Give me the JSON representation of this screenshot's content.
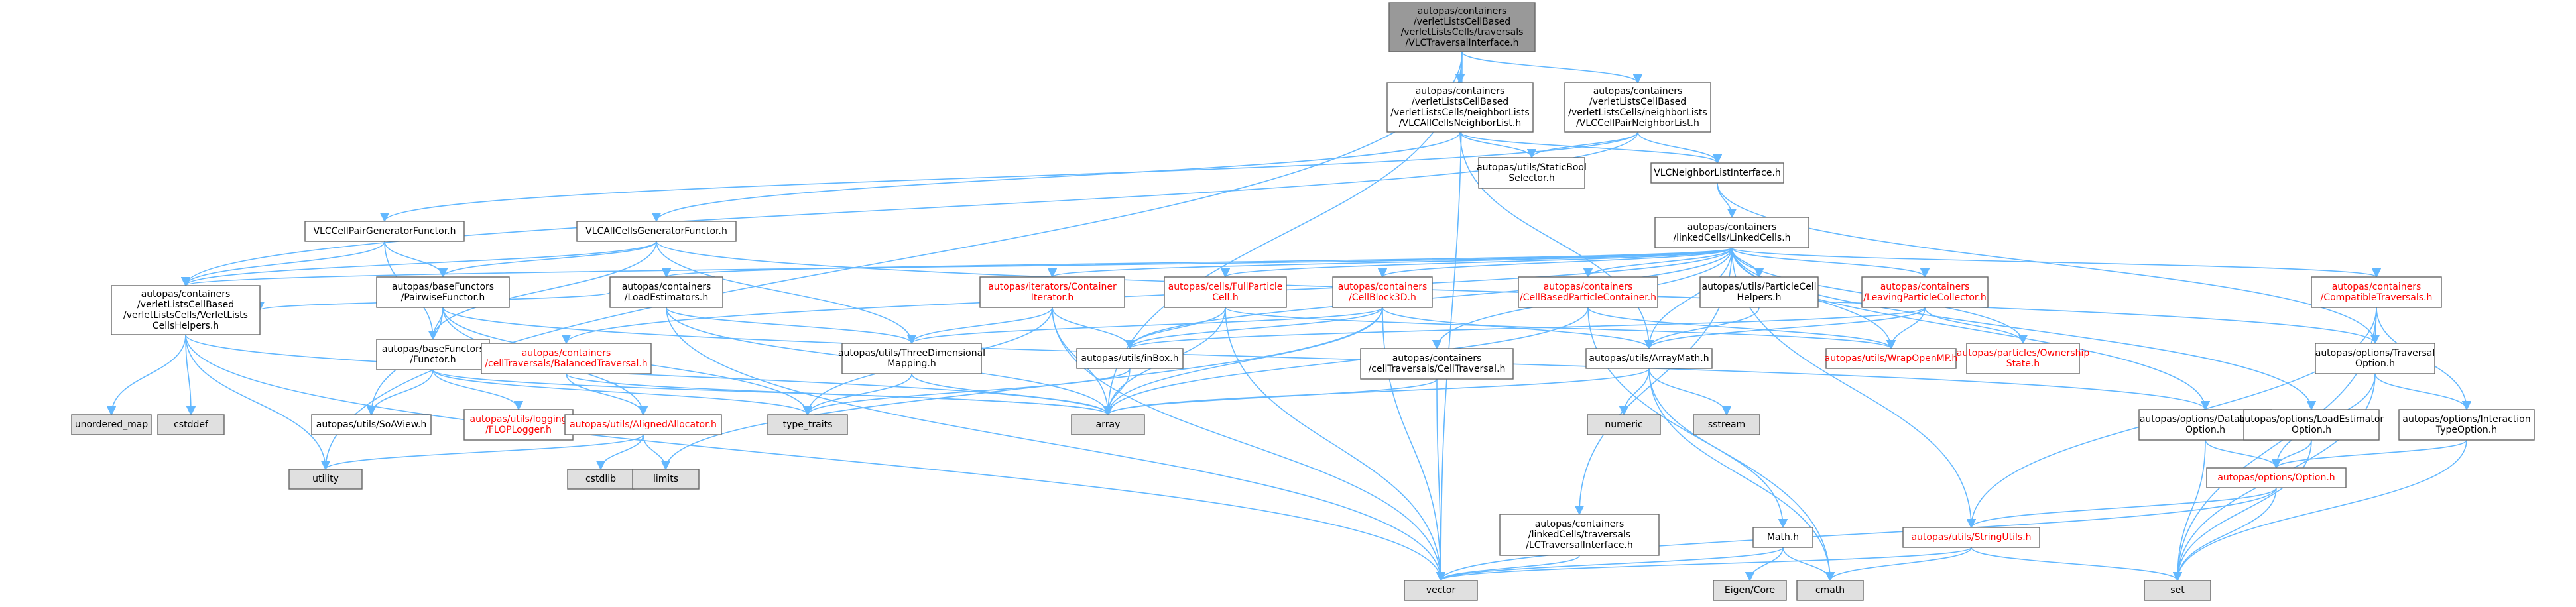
{
  "colors": {
    "edge": "#63b8ff",
    "node_fill": "#ffffff",
    "node_fill_root": "#999999",
    "node_fill_system": "#e0e0e0",
    "text_normal": "#000000",
    "text_red": "#ff0000",
    "border": "#666666"
  },
  "nodes": [
    {
      "id": "root",
      "lines": [
        "autopas/containers",
        "/verletListsCellBased",
        "/verletListsCells/traversals",
        "/VLCTraversalInterface.h"
      ],
      "style": "root"
    },
    {
      "id": "allCellsNL",
      "lines": [
        "autopas/containers",
        "/verletListsCellBased",
        "/verletListsCells/neighborLists",
        "/VLCAllCellsNeighborList.h"
      ],
      "style": "normal"
    },
    {
      "id": "cellPairNL",
      "lines": [
        "autopas/containers",
        "/verletListsCellBased",
        "/verletListsCells/neighborLists",
        "/VLCCellPairNeighborList.h"
      ],
      "style": "normal"
    },
    {
      "id": "staticBool",
      "lines": [
        "autopas/utils/StaticBool",
        "Selector.h"
      ],
      "style": "normal"
    },
    {
      "id": "vlcNLInterface",
      "lines": [
        "VLCNeighborListInterface.h"
      ],
      "style": "normal"
    },
    {
      "id": "cellPairGenFunctor",
      "lines": [
        "VLCCellPairGeneratorFunctor.h"
      ],
      "style": "normal"
    },
    {
      "id": "allCellsGenFunctor",
      "lines": [
        "VLCAllCellsGeneratorFunctor.h"
      ],
      "style": "normal"
    },
    {
      "id": "linkedCells",
      "lines": [
        "autopas/containers",
        "/linkedCells/LinkedCells.h"
      ],
      "style": "normal"
    },
    {
      "id": "pairwiseFunctor",
      "lines": [
        "autopas/baseFunctors",
        "/PairwiseFunctor.h"
      ],
      "style": "normal"
    },
    {
      "id": "vlcHelpers",
      "lines": [
        "autopas/containers",
        "/verletListsCellBased",
        "/verletListsCells/VerletLists",
        "CellsHelpers.h"
      ],
      "style": "normal"
    },
    {
      "id": "loadEstimators",
      "lines": [
        "autopas/containers",
        "/LoadEstimators.h"
      ],
      "style": "normal"
    },
    {
      "id": "containerIterator",
      "lines": [
        "autopas/iterators/Container",
        "Iterator.h"
      ],
      "style": "red"
    },
    {
      "id": "fullParticleCell",
      "lines": [
        "autopas/cells/FullParticle",
        "Cell.h"
      ],
      "style": "red"
    },
    {
      "id": "cellBlock3D",
      "lines": [
        "autopas/containers",
        "/CellBlock3D.h"
      ],
      "style": "red"
    },
    {
      "id": "cellBasedParticleContainer",
      "lines": [
        "autopas/containers",
        "/CellBasedParticleContainer.h"
      ],
      "style": "red"
    },
    {
      "id": "particleCellHelpers",
      "lines": [
        "autopas/utils/ParticleCell",
        "Helpers.h"
      ],
      "style": "normal"
    },
    {
      "id": "leavingParticleCollector",
      "lines": [
        "autopas/containers",
        "/LeavingParticleCollector.h"
      ],
      "style": "red"
    },
    {
      "id": "compatibleTraversals",
      "lines": [
        "autopas/containers",
        "/CompatibleTraversals.h"
      ],
      "style": "red"
    },
    {
      "id": "functor",
      "lines": [
        "autopas/baseFunctors",
        "/Functor.h"
      ],
      "style": "normal"
    },
    {
      "id": "balancedTraversal",
      "lines": [
        "autopas/containers",
        "/cellTraversals/BalancedTraversal.h"
      ],
      "style": "red"
    },
    {
      "id": "threeDimMapping",
      "lines": [
        "autopas/utils/ThreeDimensional",
        "Mapping.h"
      ],
      "style": "normal"
    },
    {
      "id": "inBox",
      "lines": [
        "autopas/utils/inBox.h"
      ],
      "style": "normal"
    },
    {
      "id": "cellTraversal",
      "lines": [
        "autopas/containers",
        "/cellTraversals/CellTraversal.h"
      ],
      "style": "normal"
    },
    {
      "id": "arrayMath",
      "lines": [
        "autopas/utils/ArrayMath.h"
      ],
      "style": "normal"
    },
    {
      "id": "wrapOpenMP",
      "lines": [
        "autopas/utils/WrapOpenMP.h"
      ],
      "style": "red"
    },
    {
      "id": "ownershipState",
      "lines": [
        "autopas/particles/Ownership",
        "State.h"
      ],
      "style": "red"
    },
    {
      "id": "traversalOption",
      "lines": [
        "autopas/options/Traversal",
        "Option.h"
      ],
      "style": "normal"
    },
    {
      "id": "unorderedMap",
      "lines": [
        "unordered_map"
      ],
      "style": "system"
    },
    {
      "id": "cstddef",
      "lines": [
        "cstddef"
      ],
      "style": "system"
    },
    {
      "id": "soaView",
      "lines": [
        "autopas/utils/SoAView.h"
      ],
      "style": "normal"
    },
    {
      "id": "flopLogger",
      "lines": [
        "autopas/utils/logging",
        "/FLOPLogger.h"
      ],
      "style": "red"
    },
    {
      "id": "alignedAllocator",
      "lines": [
        "autopas/utils/AlignedAllocator.h"
      ],
      "style": "red"
    },
    {
      "id": "typeTraits",
      "lines": [
        "type_traits"
      ],
      "style": "system"
    },
    {
      "id": "array",
      "lines": [
        "array"
      ],
      "style": "system"
    },
    {
      "id": "numeric",
      "lines": [
        "numeric"
      ],
      "style": "system"
    },
    {
      "id": "sstream",
      "lines": [
        "sstream"
      ],
      "style": "system"
    },
    {
      "id": "dataLayoutOption",
      "lines": [
        "autopas/options/DataLayout",
        "Option.h"
      ],
      "style": "normal"
    },
    {
      "id": "loadEstimatorOption",
      "lines": [
        "autopas/options/LoadEstimator",
        "Option.h"
      ],
      "style": "normal"
    },
    {
      "id": "interactionTypeOption",
      "lines": [
        "autopas/options/Interaction",
        "TypeOption.h"
      ],
      "style": "normal"
    },
    {
      "id": "utility",
      "lines": [
        "utility"
      ],
      "style": "system"
    },
    {
      "id": "cstdlib",
      "lines": [
        "cstdlib"
      ],
      "style": "system"
    },
    {
      "id": "limits",
      "lines": [
        "limits"
      ],
      "style": "system"
    },
    {
      "id": "option",
      "lines": [
        "autopas/options/Option.h"
      ],
      "style": "red"
    },
    {
      "id": "lcTraversalInterface",
      "lines": [
        "autopas/containers",
        "/linkedCells/traversals",
        "/LCTraversalInterface.h"
      ],
      "style": "normal"
    },
    {
      "id": "mathH",
      "lines": [
        "Math.h"
      ],
      "style": "normal"
    },
    {
      "id": "stringUtils",
      "lines": [
        "autopas/utils/StringUtils.h"
      ],
      "style": "red"
    },
    {
      "id": "eigenCore",
      "lines": [
        "Eigen/Core"
      ],
      "style": "system"
    },
    {
      "id": "vector",
      "lines": [
        "vector"
      ],
      "style": "system"
    },
    {
      "id": "cmath",
      "lines": [
        "cmath"
      ],
      "style": "system"
    },
    {
      "id": "set",
      "lines": [
        "set"
      ],
      "style": "system"
    }
  ],
  "edges": [
    [
      "root",
      "allCellsNL"
    ],
    [
      "root",
      "cellPairNL"
    ],
    [
      "root",
      "utility"
    ],
    [
      "root",
      "array"
    ],
    [
      "root",
      "vector"
    ],
    [
      "allCellsNL",
      "allCellsGenFunctor"
    ],
    [
      "allCellsNL",
      "staticBool"
    ],
    [
      "allCellsNL",
      "vlcNLInterface"
    ],
    [
      "allCellsNL",
      "arrayMath"
    ],
    [
      "cellPairNL",
      "cellPairGenFunctor"
    ],
    [
      "cellPairNL",
      "staticBool"
    ],
    [
      "cellPairNL",
      "vlcNLInterface"
    ],
    [
      "cellPairNL",
      "vlcHelpers"
    ],
    [
      "vlcNLInterface",
      "linkedCells"
    ],
    [
      "vlcNLInterface",
      "traversalOption"
    ],
    [
      "cellPairGenFunctor",
      "pairwiseFunctor"
    ],
    [
      "cellPairGenFunctor",
      "vlcHelpers"
    ],
    [
      "cellPairGenFunctor",
      "functor"
    ],
    [
      "allCellsGenFunctor",
      "pairwiseFunctor"
    ],
    [
      "allCellsGenFunctor",
      "vlcHelpers"
    ],
    [
      "allCellsGenFunctor",
      "threeDimMapping"
    ],
    [
      "allCellsGenFunctor",
      "functor"
    ],
    [
      "allCellsGenFunctor",
      "traversalOption"
    ],
    [
      "pairwiseFunctor",
      "functor"
    ],
    [
      "pairwiseFunctor",
      "soaView"
    ],
    [
      "pairwiseFunctor",
      "alignedAllocator"
    ],
    [
      "pairwiseFunctor",
      "typeTraits"
    ],
    [
      "pairwiseFunctor",
      "dataLayoutOption"
    ],
    [
      "vlcHelpers",
      "unorderedMap"
    ],
    [
      "vlcHelpers",
      "cstddef"
    ],
    [
      "vlcHelpers",
      "utility"
    ],
    [
      "vlcHelpers",
      "vector"
    ],
    [
      "vlcHelpers",
      "array"
    ],
    [
      "functor",
      "soaView"
    ],
    [
      "functor",
      "flopLogger"
    ],
    [
      "functor",
      "typeTraits"
    ],
    [
      "functor",
      "array"
    ],
    [
      "linkedCells",
      "loadEstimators"
    ],
    [
      "linkedCells",
      "containerIterator"
    ],
    [
      "linkedCells",
      "fullParticleCell"
    ],
    [
      "linkedCells",
      "cellBlock3D"
    ],
    [
      "linkedCells",
      "cellBasedParticleContainer"
    ],
    [
      "linkedCells",
      "particleCellHelpers"
    ],
    [
      "linkedCells",
      "leavingParticleCollector"
    ],
    [
      "linkedCells",
      "compatibleTraversals"
    ],
    [
      "linkedCells",
      "balancedTraversal"
    ],
    [
      "linkedCells",
      "cellTraversal"
    ],
    [
      "linkedCells",
      "arrayMath"
    ],
    [
      "linkedCells",
      "wrapOpenMP"
    ],
    [
      "linkedCells",
      "ownershipState"
    ],
    [
      "linkedCells",
      "inBox"
    ],
    [
      "linkedCells",
      "dataLayoutOption"
    ],
    [
      "linkedCells",
      "loadEstimatorOption"
    ],
    [
      "linkedCells",
      "lcTraversalInterface"
    ],
    [
      "linkedCells",
      "stringUtils"
    ],
    [
      "linkedCells",
      "vlcHelpers"
    ],
    [
      "loadEstimators",
      "threeDimMapping"
    ],
    [
      "loadEstimators",
      "vlcHelpers"
    ],
    [
      "loadEstimators",
      "array"
    ],
    [
      "loadEstimators",
      "vector"
    ],
    [
      "containerIterator",
      "inBox"
    ],
    [
      "containerIterator",
      "threeDimMapping"
    ],
    [
      "containerIterator",
      "array"
    ],
    [
      "containerIterator",
      "vector"
    ],
    [
      "containerIterator",
      "typeTraits"
    ],
    [
      "fullParticleCell",
      "inBox"
    ],
    [
      "fullParticleCell",
      "array"
    ],
    [
      "fullParticleCell",
      "vector"
    ],
    [
      "fullParticleCell",
      "wrapOpenMP"
    ],
    [
      "cellBlock3D",
      "threeDimMapping"
    ],
    [
      "cellBlock3D",
      "inBox"
    ],
    [
      "cellBlock3D",
      "arrayMath"
    ],
    [
      "cellBlock3D",
      "array"
    ],
    [
      "cellBlock3D",
      "vector"
    ],
    [
      "cellBlock3D",
      "limits"
    ],
    [
      "cellBasedParticleContainer",
      "wrapOpenMP"
    ],
    [
      "cellBasedParticleContainer",
      "array"
    ],
    [
      "cellBasedParticleContainer",
      "cmath"
    ],
    [
      "particleCellHelpers",
      "arrayMath"
    ],
    [
      "leavingParticleCollector",
      "arrayMath"
    ],
    [
      "leavingParticleCollector",
      "wrapOpenMP"
    ],
    [
      "leavingParticleCollector",
      "ownershipState"
    ],
    [
      "leavingParticleCollector",
      "inBox"
    ],
    [
      "compatibleTraversals",
      "traversalOption"
    ],
    [
      "compatibleTraversals",
      "interactionTypeOption"
    ],
    [
      "compatibleTraversals",
      "stringUtils"
    ],
    [
      "compatibleTraversals",
      "set"
    ],
    [
      "balancedTraversal",
      "alignedAllocator"
    ],
    [
      "balancedTraversal",
      "array"
    ],
    [
      "threeDimMapping",
      "array"
    ],
    [
      "threeDimMapping",
      "typeTraits"
    ],
    [
      "inBox",
      "array"
    ],
    [
      "inBox",
      "typeTraits"
    ],
    [
      "cellTraversal",
      "array"
    ],
    [
      "cellTraversal",
      "vector"
    ],
    [
      "arrayMath",
      "array"
    ],
    [
      "arrayMath",
      "numeric"
    ],
    [
      "arrayMath",
      "sstream"
    ],
    [
      "arrayMath",
      "mathH"
    ],
    [
      "arrayMath",
      "cmath"
    ],
    [
      "traversalOption",
      "option"
    ],
    [
      "traversalOption",
      "interactionTypeOption"
    ],
    [
      "traversalOption",
      "set"
    ],
    [
      "alignedAllocator",
      "utility"
    ],
    [
      "alignedAllocator",
      "cstdlib"
    ],
    [
      "alignedAllocator",
      "limits"
    ],
    [
      "dataLayoutOption",
      "option"
    ],
    [
      "dataLayoutOption",
      "set"
    ],
    [
      "loadEstimatorOption",
      "option"
    ],
    [
      "loadEstimatorOption",
      "set"
    ],
    [
      "interactionTypeOption",
      "option"
    ],
    [
      "interactionTypeOption",
      "set"
    ],
    [
      "option",
      "stringUtils"
    ],
    [
      "option",
      "set"
    ],
    [
      "option",
      "vector"
    ],
    [
      "lcTraversalInterface",
      "vector"
    ],
    [
      "mathH",
      "eigenCore"
    ],
    [
      "mathH",
      "cmath"
    ],
    [
      "mathH",
      "vector"
    ],
    [
      "stringUtils",
      "vector"
    ],
    [
      "stringUtils",
      "cmath"
    ],
    [
      "stringUtils",
      "set"
    ]
  ]
}
